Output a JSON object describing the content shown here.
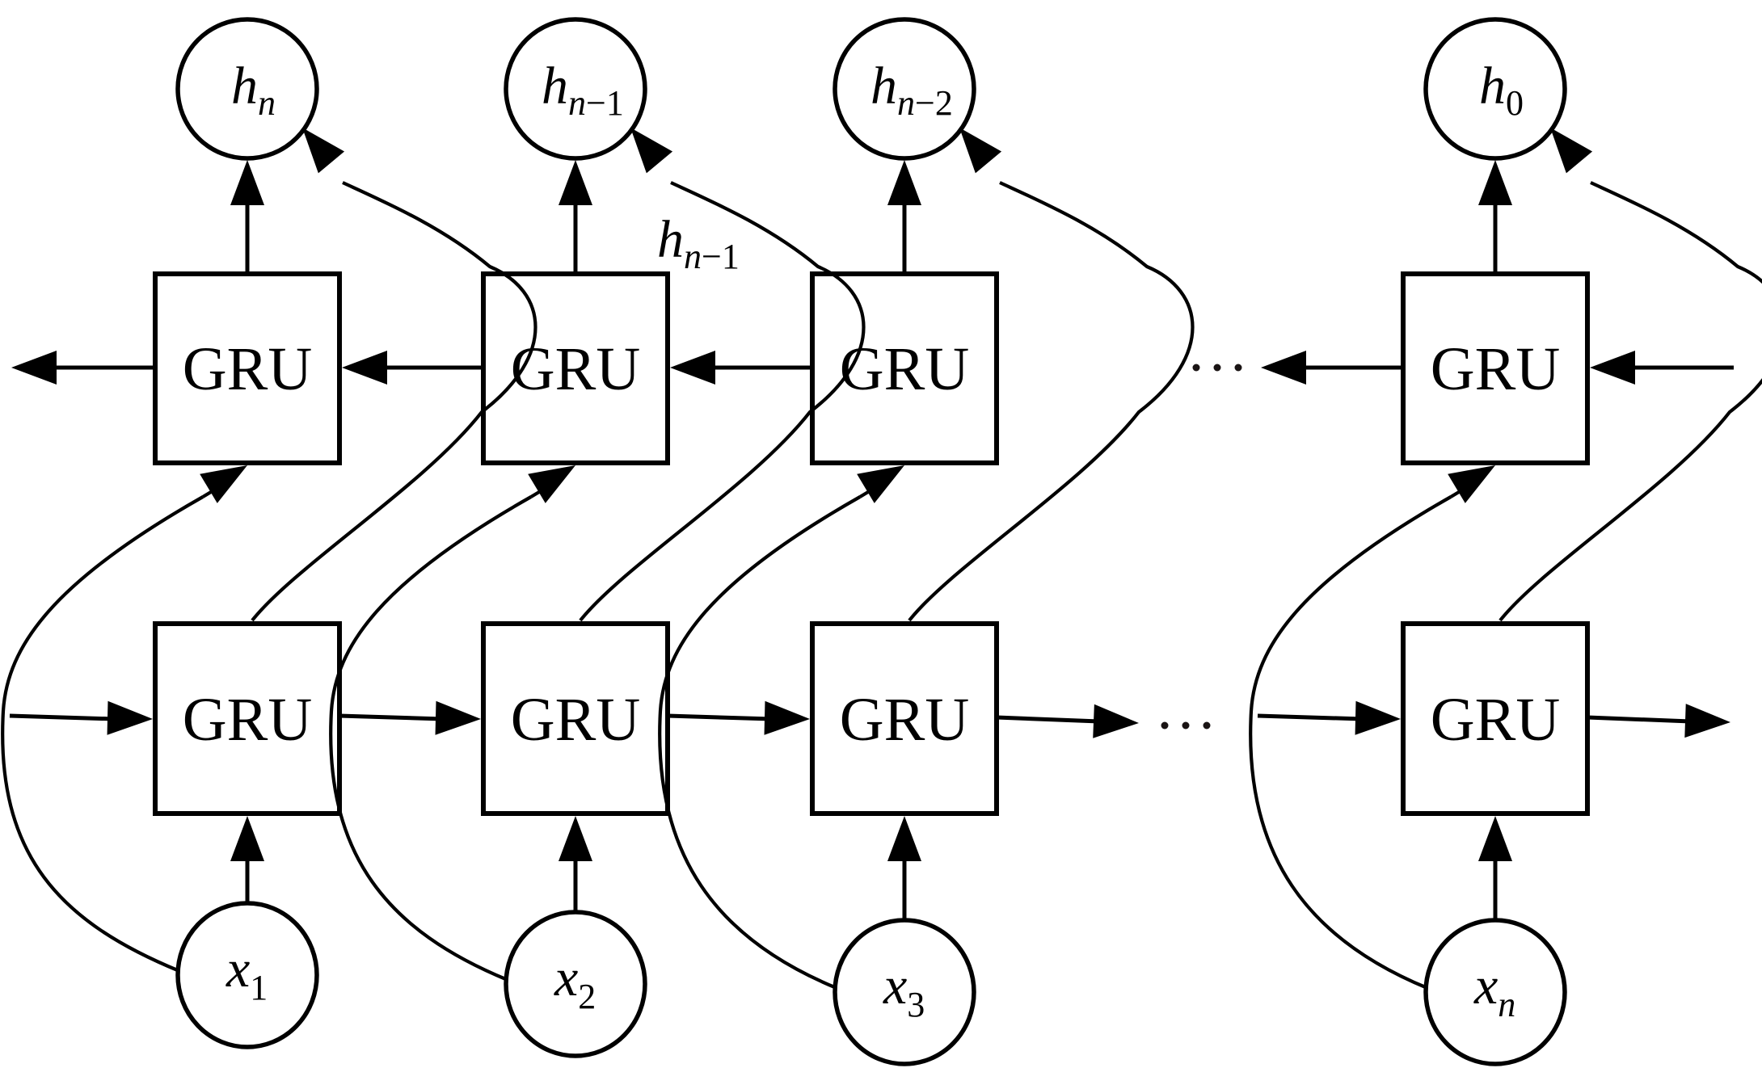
{
  "diagram": {
    "title": "Bidirectional GRU network",
    "columns": [
      {
        "id": "col-1",
        "input": {
          "base": "x",
          "sub": "1",
          "sub_italic": false
        },
        "output": {
          "base": "h",
          "sub": "n",
          "sub_italic": true
        }
      },
      {
        "id": "col-2",
        "input": {
          "base": "x",
          "sub": "2",
          "sub_italic": false
        },
        "output": {
          "base": "h",
          "sub": "n−1",
          "sub_italic": "mixed"
        }
      },
      {
        "id": "col-3",
        "input": {
          "base": "x",
          "sub": "3",
          "sub_italic": false
        },
        "output": {
          "base": "h",
          "sub": "n−2",
          "sub_italic": "mixed"
        }
      },
      {
        "id": "col-n",
        "input": {
          "base": "x",
          "sub": "n",
          "sub_italic": true
        },
        "output": {
          "base": "h",
          "sub": "0",
          "sub_italic": false
        }
      }
    ],
    "cell_label": "GRU",
    "ellipsis": "···",
    "floating_label": {
      "base": "h",
      "sub_var": "n",
      "sub_rest": "−1"
    },
    "rows": [
      {
        "name": "backward-layer",
        "direction": "right-to-left"
      },
      {
        "name": "forward-layer",
        "direction": "left-to-right"
      }
    ],
    "line_color": "#000000",
    "background": "#ffffff"
  }
}
